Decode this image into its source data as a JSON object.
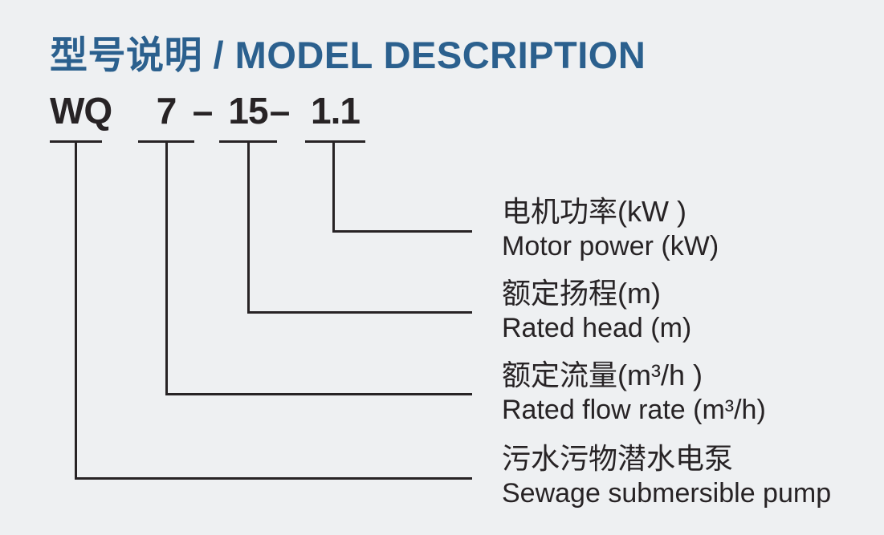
{
  "title": {
    "text": "型号说明 / MODEL DESCRIPTION"
  },
  "model": {
    "separator": "–",
    "segments": [
      {
        "code": "WQ",
        "label_zh": "污水污物潜水电泵",
        "label_en": "Sewage submersible pump"
      },
      {
        "code": "7",
        "label_zh": "额定流量(m³/h )",
        "label_en": "Rated flow rate (m³/h)"
      },
      {
        "code": "15",
        "label_zh": "额定扬程(m)",
        "label_en": "Rated head (m)"
      },
      {
        "code": "1.1",
        "label_zh": "电机功率(kW )",
        "label_en": "Motor power (kW)"
      }
    ]
  },
  "colors": {
    "accent_blue": "#2b608e",
    "ink": "#272325",
    "background": "#eef0f2"
  }
}
